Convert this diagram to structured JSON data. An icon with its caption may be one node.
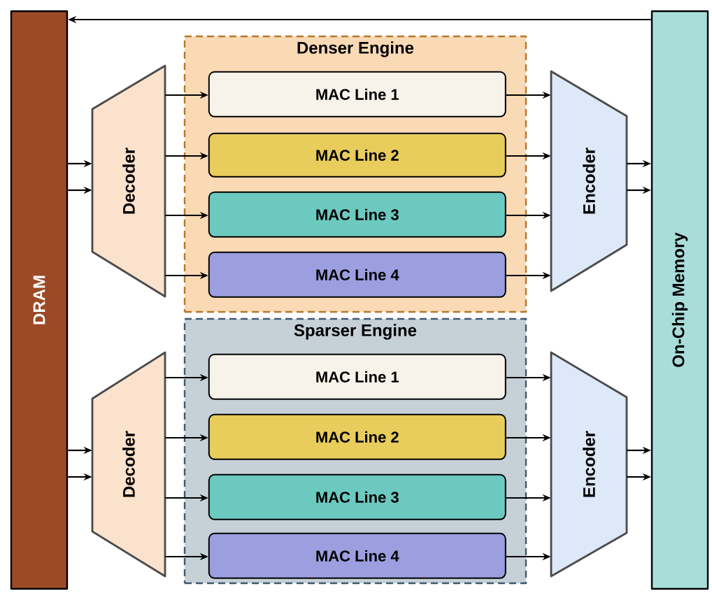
{
  "diagram": {
    "nodes": [
      {
        "text": [
          "DRAM"
        ]
      },
      {
        "text": [
          "Decoder"
        ]
      },
      {
        "text": [
          "Denser Engine"
        ]
      },
      {
        "text": [
          "MAC Line 1"
        ],
        "in": 2
      },
      {
        "text": [
          "MAC Line 2"
        ],
        "in": 2
      },
      {
        "text": [
          "MAC Line 3"
        ],
        "in": 2
      },
      {
        "text": [
          "MAC Line 4"
        ],
        "in": 2
      },
      {
        "text": [
          "Encoder"
        ]
      },
      {
        "text": [
          "Decoder"
        ]
      },
      {
        "text": [
          "Sparser Engine"
        ]
      },
      {
        "text": [
          "MAC Line 1"
        ],
        "in": 9
      },
      {
        "text": [
          "MAC Line 2"
        ],
        "in": 9
      },
      {
        "text": [
          "MAC Line 3"
        ],
        "in": 9
      },
      {
        "text": [
          "MAC Line 4"
        ],
        "in": 9
      },
      {
        "text": [
          "Encoder"
        ]
      },
      {
        "text": [
          "On-Chip Memory"
        ]
      }
    ],
    "edges": [
      {
        "from": 0,
        "to": 1,
        "arrow": "to"
      },
      {
        "from": 0,
        "to": 1,
        "arrow": "to"
      },
      {
        "from": 1,
        "to": 3,
        "arrow": "to"
      },
      {
        "from": 1,
        "to": 4,
        "arrow": "to"
      },
      {
        "from": 1,
        "to": 5,
        "arrow": "to"
      },
      {
        "from": 1,
        "to": 6,
        "arrow": "to"
      },
      {
        "from": 3,
        "to": 7,
        "arrow": "to"
      },
      {
        "from": 4,
        "to": 7,
        "arrow": "to"
      },
      {
        "from": 5,
        "to": 7,
        "arrow": "to"
      },
      {
        "from": 6,
        "to": 7,
        "arrow": "to"
      },
      {
        "from": 7,
        "to": 15,
        "arrow": "to"
      },
      {
        "from": 7,
        "to": 15,
        "arrow": "to"
      },
      {
        "from": 0,
        "to": 8,
        "arrow": "to"
      },
      {
        "from": 0,
        "to": 8,
        "arrow": "to"
      },
      {
        "from": 8,
        "to": 10,
        "arrow": "to"
      },
      {
        "from": 8,
        "to": 11,
        "arrow": "to"
      },
      {
        "from": 8,
        "to": 12,
        "arrow": "to"
      },
      {
        "from": 8,
        "to": 13,
        "arrow": "to"
      },
      {
        "from": 10,
        "to": 14,
        "arrow": "to"
      },
      {
        "from": 11,
        "to": 14,
        "arrow": "to"
      },
      {
        "from": 12,
        "to": 14,
        "arrow": "to"
      },
      {
        "from": 13,
        "to": 14,
        "arrow": "to"
      },
      {
        "from": 14,
        "to": 15,
        "arrow": "to"
      },
      {
        "from": 14,
        "to": 15,
        "arrow": "to"
      },
      {
        "from": 15,
        "to": 0,
        "arrow": "to"
      }
    ]
  }
}
